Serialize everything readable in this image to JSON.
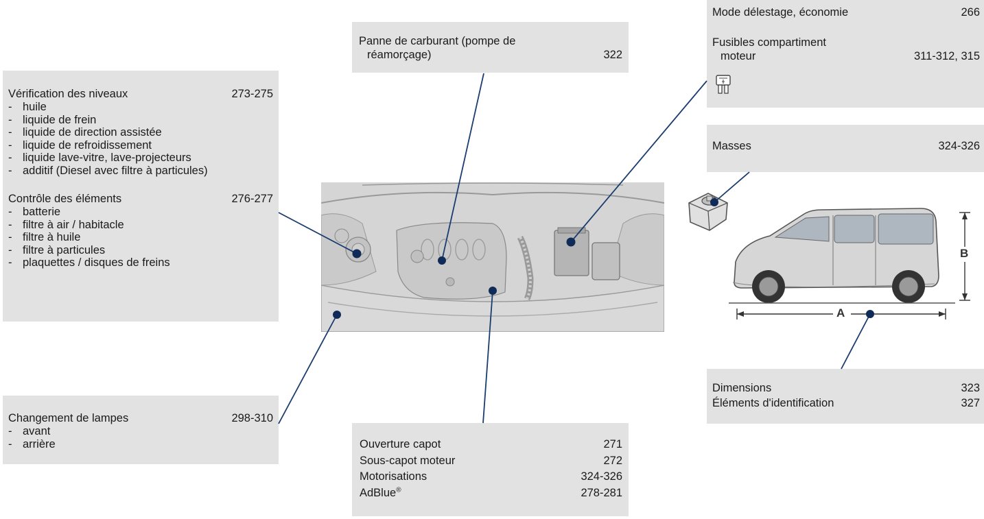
{
  "colors": {
    "panel": "#e2e2e2",
    "leader": "#1a3c6e",
    "dot": "#102b57"
  },
  "fuel": {
    "line1": "Panne de carburant (pompe de",
    "line2": "réamorçage)",
    "page": "322"
  },
  "levels": {
    "title": "Vérification des niveaux",
    "page": "273-275",
    "items": [
      "huile",
      "liquide de frein",
      "liquide de direction assistée",
      "liquide de refroidissement",
      "liquide lave-vitre, lave-projecteurs",
      "additif (Diesel avec filtre à particules)"
    ]
  },
  "elements": {
    "title": "Contrôle des éléments",
    "page": "276-277",
    "items": [
      "batterie",
      "filtre à air / habitacle",
      "filtre à huile",
      "filtre à particules",
      "plaquettes / disques de freins"
    ]
  },
  "lamps": {
    "title": "Changement de lampes",
    "page": "298-310",
    "items": [
      "avant",
      "arrière"
    ]
  },
  "bonnet": {
    "rows": [
      {
        "label": "Ouverture capot",
        "page": "271"
      },
      {
        "label": "Sous-capot moteur",
        "page": "272"
      },
      {
        "label": "Motorisations",
        "page": "324-326"
      },
      {
        "label": "AdBlue",
        "page": "278-281"
      }
    ],
    "adblue_mark": "®"
  },
  "fuses": {
    "mode_label": "Mode délestage, économie",
    "mode_page": "266",
    "fuse_line1": "Fusibles compartiment",
    "fuse_line2": "moteur",
    "fuse_page": "311-312, 315",
    "icon": "fuse-icon"
  },
  "masses": {
    "label": "Masses",
    "page": "324-326"
  },
  "dims": {
    "rows": [
      {
        "label": "Dimensions",
        "page": "323"
      },
      {
        "label": "Éléments d'identification",
        "page": "327"
      }
    ]
  },
  "vehicle": {
    "length_label": "A",
    "height_label": "B"
  }
}
